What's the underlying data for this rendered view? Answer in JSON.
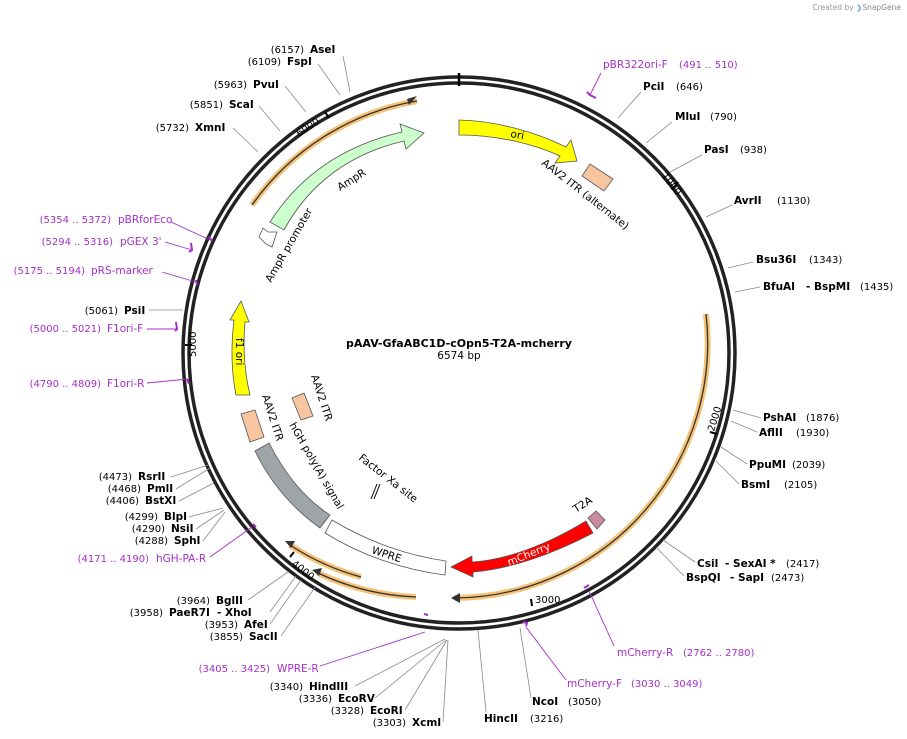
{
  "credit": {
    "prefix": "Created by",
    "brand": "SnapGene"
  },
  "plasmid": {
    "name": "pAAV-GfaABC1D-cOpn5-T2A-mcherry",
    "length_label": "6574 bp"
  },
  "colors": {
    "primer": "#a52ec6",
    "ori": "#ffff00",
    "itr": "#f7c59f",
    "ampr": "#ccffcc",
    "mcherry": "#ff0000",
    "t2a": "#c98a9d",
    "hgh": "#9ea5a8",
    "orf_highlight": "#f2ae4a"
  },
  "ticks": [
    "1000",
    "2000",
    "3000",
    "4000",
    "5000",
    "6000"
  ],
  "features": {
    "ori": "ori",
    "aav2_itr_alt": "AAV2 ITR (alternate)",
    "ampr": "AmpR",
    "ampr_promoter": "AmpR promoter",
    "f1_ori": "f1 ori",
    "aav2_itr": "AAV2 ITR",
    "aav2_itr_2": "AAV2 ITR",
    "hgh": "hGH poly(A) signal",
    "factor_xa": "Factor Xa site",
    "wpre": "WPRE",
    "mcherry": "mCherry",
    "t2a": "T2A"
  },
  "enzymes": [
    {
      "name": "AseI",
      "pos": "(6157)"
    },
    {
      "name": "FspI",
      "pos": "(6109)"
    },
    {
      "name": "PvuI",
      "pos": "(5963)"
    },
    {
      "name": "ScaI",
      "pos": "(5851)"
    },
    {
      "name": "XmnI",
      "pos": "(5732)"
    },
    {
      "name": "PsiI",
      "pos": "(5061)"
    },
    {
      "name": "RsrII",
      "pos": "(4473)"
    },
    {
      "name": "PmlI",
      "pos": "(4468)"
    },
    {
      "name": "BstXI",
      "pos": "(4406)"
    },
    {
      "name": "BlpI",
      "pos": "(4299)"
    },
    {
      "name": "NsiI",
      "pos": "(4290)"
    },
    {
      "name": "SphI",
      "pos": "(4288)"
    },
    {
      "name": "BglII",
      "pos": "(3964)"
    },
    {
      "name": "PaeR7I",
      "pos": "(3958)",
      "extra": "- XhoI"
    },
    {
      "name": "AfeI",
      "pos": "(3953)"
    },
    {
      "name": "SacII",
      "pos": "(3855)"
    },
    {
      "name": "HindIII",
      "pos": "(3340)"
    },
    {
      "name": "EcoRV",
      "pos": "(3336)"
    },
    {
      "name": "EcoRI",
      "pos": "(3328)"
    },
    {
      "name": "XcmI",
      "pos": "(3303)"
    },
    {
      "name": "HincII",
      "pos": "(3216)"
    },
    {
      "name": "NcoI",
      "pos": "(3050)"
    },
    {
      "name": "PciI",
      "pos": "(646)"
    },
    {
      "name": "MluI",
      "pos": "(790)"
    },
    {
      "name": "PasI",
      "pos": "(938)"
    },
    {
      "name": "AvrII",
      "pos": "(1130)"
    },
    {
      "name": "Bsu36I",
      "pos": "(1343)"
    },
    {
      "name": "BfuAI",
      "extra": "- BspMI",
      "pos": "(1435)"
    },
    {
      "name": "PshAI",
      "pos": "(1876)"
    },
    {
      "name": "AflII",
      "pos": "(1930)"
    },
    {
      "name": "PpuMI",
      "pos": "(2039)"
    },
    {
      "name": "BsmI",
      "pos": "(2105)"
    },
    {
      "name": "CsiI",
      "extra": "- SexAI *",
      "pos": "(2417)"
    },
    {
      "name": "BspQI",
      "extra": "- SapI",
      "pos": "(2473)"
    }
  ],
  "primers": [
    {
      "name": "pBR322ori-F",
      "range": "(491 .. 510)"
    },
    {
      "name": "pBRforEco",
      "range": "(5354 .. 5372)"
    },
    {
      "name": "pGEX 3'",
      "range": "(5294 .. 5316)"
    },
    {
      "name": "pRS-marker",
      "range": "(5175 .. 5194)"
    },
    {
      "name": "F1ori-F",
      "range": "(5000 .. 5021)"
    },
    {
      "name": "F1ori-R",
      "range": "(4790 .. 4809)"
    },
    {
      "name": "hGH-PA-R",
      "range": "(4171 .. 4190)"
    },
    {
      "name": "WPRE-R",
      "range": "(3405 .. 3425)"
    },
    {
      "name": "mCherry-F",
      "range": "(3030 .. 3049)"
    },
    {
      "name": "mCherry-R",
      "range": "(2762 .. 2780)"
    }
  ]
}
